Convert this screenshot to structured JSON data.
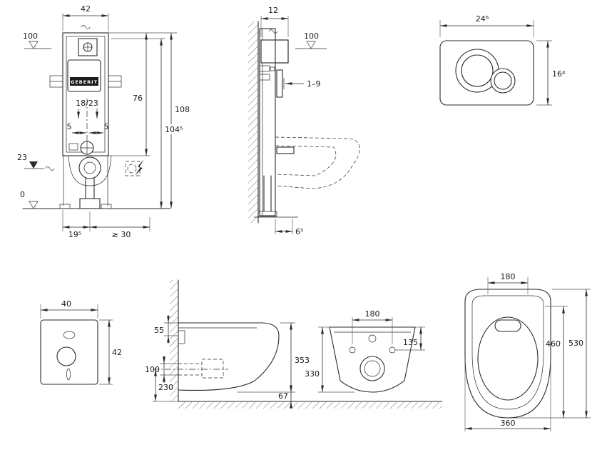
{
  "drawing": {
    "front_view": {
      "width": "42",
      "water_level": "100",
      "valve_range": "18/23",
      "offset_left": "5",
      "offset_right": "5",
      "level_23": "23",
      "level_0": "0",
      "height_76": "76",
      "height_108": "108",
      "height_1045": "104⁵",
      "bottom_195": "19⁵",
      "bottom_min30": "≥ 30",
      "brand": "GEBERIT"
    },
    "side_view": {
      "depth_12": "12",
      "water_level": "100",
      "range_19": "1–9",
      "bottom_65": "6⁵"
    },
    "flush_plate": {
      "width": "24⁶",
      "height": "16⁴"
    },
    "insulation_pad": {
      "width": "40",
      "height": "42"
    },
    "pan_side_view": {
      "dim_55": "55",
      "dim_100": "100",
      "dim_230": "230",
      "dim_353": "353",
      "dim_67": "67"
    },
    "pan_front_view": {
      "hole_spacing": "180",
      "dim_135": "135",
      "dim_330": "330"
    },
    "pan_top_view": {
      "hole_spacing": "180",
      "dim_460": "460",
      "dim_530": "530",
      "dim_360": "360"
    }
  }
}
